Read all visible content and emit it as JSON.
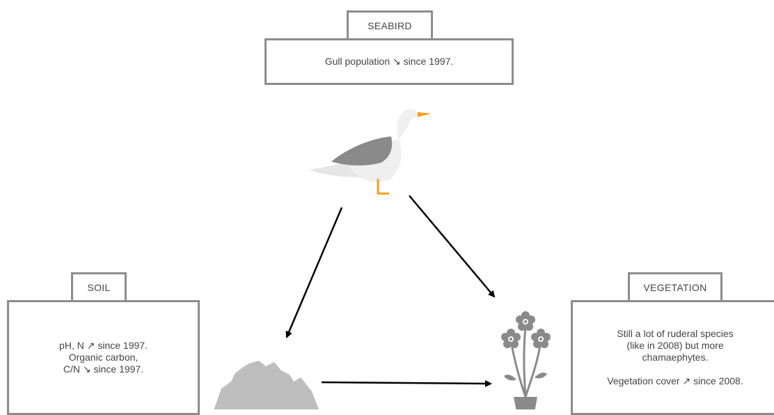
{
  "seabird": {
    "heading": "SEABIRD",
    "text": "Gull population ↘ since 1997."
  },
  "soil": {
    "heading": "SOIL",
    "line1": "pH, N ↗ since 1997.",
    "line2": "Organic carbon,",
    "line3": "C/N ↘ since 1997."
  },
  "vegetation": {
    "heading": "VEGETATION",
    "line1": "Still a lot of ruderal species",
    "line2": "(like in 2008) but more",
    "line3": "chamaephytes.",
    "line4": "Vegetation cover ↗ since 2008."
  },
  "icons": [
    "gull-icon",
    "rock-icon",
    "flowers-icon"
  ],
  "colors": {
    "border": "#8c8c8c",
    "icon_gray": "#8a8a8a",
    "beak": "#f5a11c"
  }
}
